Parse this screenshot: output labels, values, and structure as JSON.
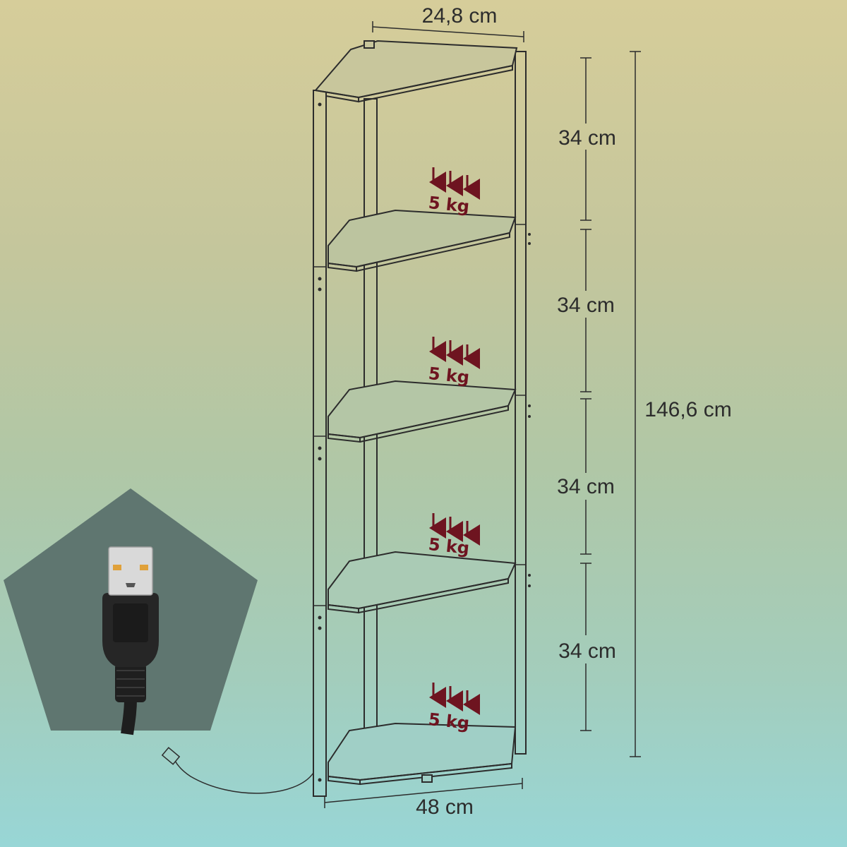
{
  "dimensions": {
    "depth": "24,8 cm",
    "width": "48 cm",
    "total_height": "146,6 cm",
    "tier_heights": [
      "34 cm",
      "34 cm",
      "34 cm",
      "34 cm"
    ]
  },
  "load_labels": [
    "5 kg",
    "5 kg",
    "5 kg",
    "5 kg"
  ],
  "colors": {
    "line": "#2c2c2c",
    "load_arrow": "#6e1420",
    "pentagon": "#5f7670",
    "usb_body": "#262626",
    "usb_metal": "#d9d9d9"
  },
  "icons": {
    "inset": "usb-plug-icon",
    "load": "down-arrows-icon"
  }
}
